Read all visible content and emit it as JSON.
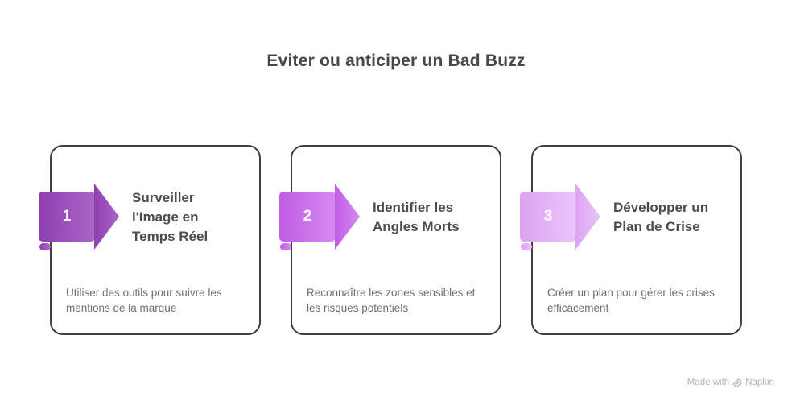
{
  "page": {
    "title": "Eviter ou anticiper un Bad Buzz",
    "background": "#ffffff"
  },
  "colors": {
    "card_border": "#3f3f3f",
    "heading_text": "#474747",
    "card_title_text": "#4c4c4c",
    "description_text": "#6e6e6e",
    "step_number_text": "#ffffff",
    "watermark_text": "#b3b3be"
  },
  "steps": [
    {
      "number": "1",
      "title": "Surveiller\nl'Image en\nTemps Réel",
      "description": "Utiliser des outils pour suivre les mentions de la marque",
      "arrow": {
        "start": "#8e3fae",
        "end": "#aa65c8"
      }
    },
    {
      "number": "2",
      "title": "Identifier les\nAngles Morts",
      "description": "Reconnaître les zones sensibles et les risques potentiels",
      "arrow": {
        "start": "#c05ce6",
        "end": "#d58bf0"
      }
    },
    {
      "number": "3",
      "title": "Développer un\nPlan de Crise",
      "description": "Créer un plan pour gérer les crises efficacement",
      "arrow": {
        "start": "#dda3f2",
        "end": "#eac5f9"
      }
    }
  ],
  "watermark": {
    "prefix": "Made with",
    "brand": "Napkin"
  }
}
